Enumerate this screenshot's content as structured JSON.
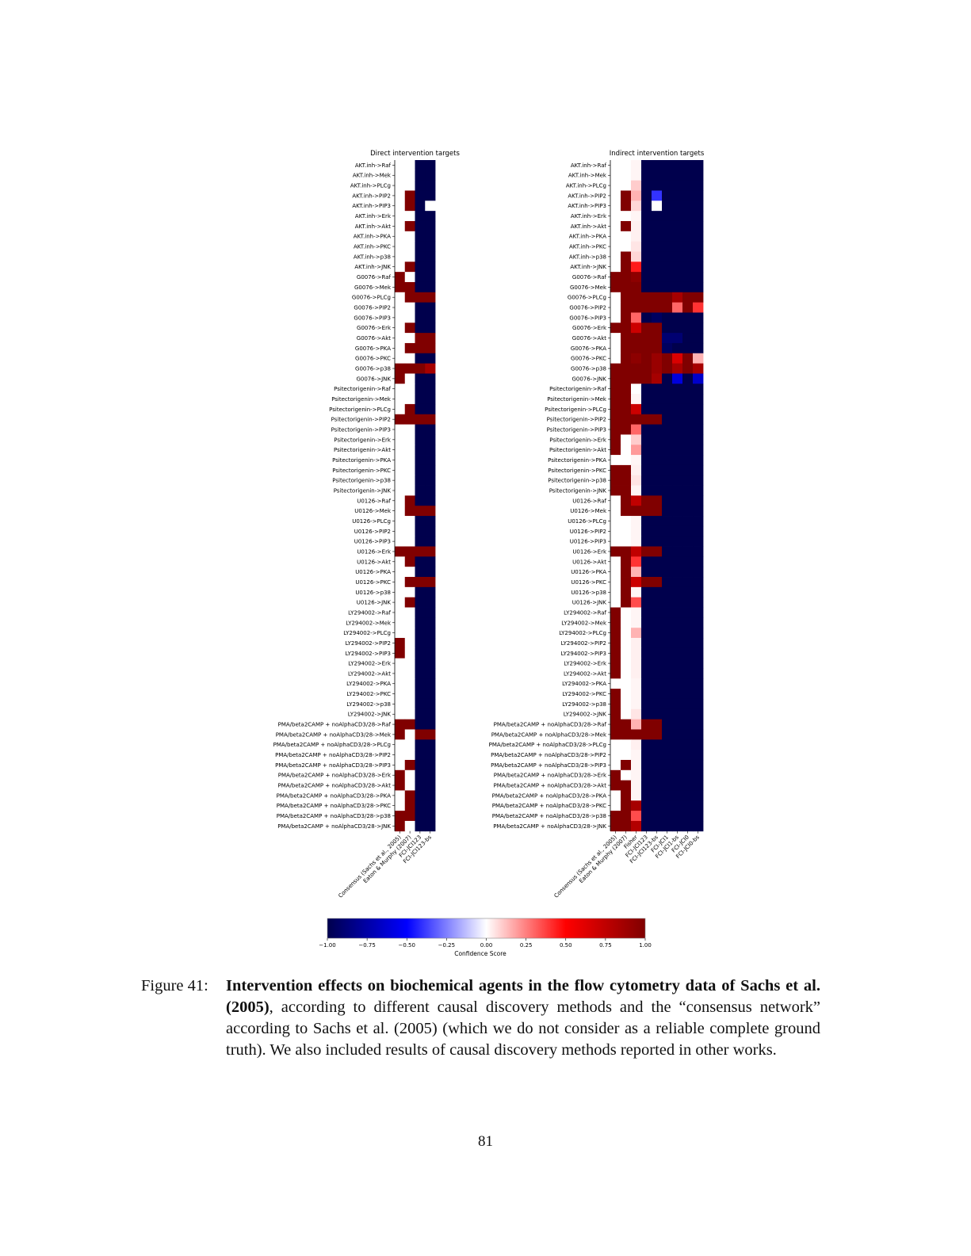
{
  "figure": {
    "colorbar": {
      "label": "Confidence Score",
      "colormap": "seismic",
      "range": [
        -1,
        1
      ],
      "ticks": [
        "−1.00",
        "−0.75",
        "−0.50",
        "−0.25",
        "0.00",
        "0.25",
        "0.50",
        "0.75",
        "1.00"
      ]
    }
  },
  "chart_data": [
    {
      "type": "heatmap",
      "title": "Direct intervention targets",
      "col_labels": [
        "Consensus (Sachs et al., 2005)",
        "Eaton & Murphy (2007)",
        "FCI-JCI123",
        "FCI-JCI123-bs"
      ],
      "row_labels": [
        "AKT.inh->Raf",
        "AKT.inh->Mek",
        "AKT.inh->PLCg",
        "AKT.inh->PIP2",
        "AKT.inh->PIP3",
        "AKT.inh->Erk",
        "AKT.inh->Akt",
        "AKT.inh->PKA",
        "AKT.inh->PKC",
        "AKT.inh->p38",
        "AKT.inh->JNK",
        "G0076->Raf",
        "G0076->Mek",
        "G0076->PLCg",
        "G0076->PIP2",
        "G0076->PIP3",
        "G0076->Erk",
        "G0076->Akt",
        "G0076->PKA",
        "G0076->PKC",
        "G0076->p38",
        "G0076->JNK",
        "Psitectorigenin->Raf",
        "Psitectorigenin->Mek",
        "Psitectorigenin->PLCg",
        "Psitectorigenin->PIP2",
        "Psitectorigenin->PIP3",
        "Psitectorigenin->Erk",
        "Psitectorigenin->Akt",
        "Psitectorigenin->PKA",
        "Psitectorigenin->PKC",
        "Psitectorigenin->p38",
        "Psitectorigenin->JNK",
        "U0126->Raf",
        "U0126->Mek",
        "U0126->PLCg",
        "U0126->PIP2",
        "U0126->PIP3",
        "U0126->Erk",
        "U0126->Akt",
        "U0126->PKA",
        "U0126->PKC",
        "U0126->p38",
        "U0126->JNK",
        "LY294002->Raf",
        "LY294002->Mek",
        "LY294002->PLCg",
        "LY294002->PIP2",
        "LY294002->PIP3",
        "LY294002->Erk",
        "LY294002->Akt",
        "LY294002->PKA",
        "LY294002->PKC",
        "LY294002->p38",
        "LY294002->JNK",
        "PMA/beta2CAMP + noAlphaCD3/28->Raf",
        "PMA/beta2CAMP + noAlphaCD3/28->Mek",
        "PMA/beta2CAMP + noAlphaCD3/28->PLCg",
        "PMA/beta2CAMP + noAlphaCD3/28->PIP2",
        "PMA/beta2CAMP + noAlphaCD3/28->PIP3",
        "PMA/beta2CAMP + noAlphaCD3/28->Erk",
        "PMA/beta2CAMP + noAlphaCD3/28->Akt",
        "PMA/beta2CAMP + noAlphaCD3/28->PKA",
        "PMA/beta2CAMP + noAlphaCD3/28->PKC",
        "PMA/beta2CAMP + noAlphaCD3/28->p38",
        "PMA/beta2CAMP + noAlphaCD3/28->JNK"
      ],
      "values": [
        [
          0,
          0,
          -1,
          -1
        ],
        [
          0,
          0,
          -1,
          -1
        ],
        [
          0,
          0,
          -1,
          -1
        ],
        [
          0,
          1,
          -1,
          -1
        ],
        [
          0,
          1,
          -1,
          0
        ],
        [
          0,
          0,
          -1,
          -1
        ],
        [
          0,
          1,
          -1,
          -1
        ],
        [
          0,
          0,
          -1,
          -1
        ],
        [
          0,
          0,
          -1,
          -1
        ],
        [
          0,
          0,
          -1,
          -1
        ],
        [
          0,
          1,
          -1,
          -1
        ],
        [
          1,
          0,
          -1,
          -1
        ],
        [
          1,
          1,
          -1,
          -1
        ],
        [
          0,
          1,
          1,
          1
        ],
        [
          0,
          0,
          -1,
          -1
        ],
        [
          0,
          0,
          -1,
          -1
        ],
        [
          0,
          1,
          -1,
          -1
        ],
        [
          0,
          0,
          1,
          1
        ],
        [
          0,
          1,
          1,
          1
        ],
        [
          0,
          0,
          -1,
          -1
        ],
        [
          1,
          1,
          1,
          0.85
        ],
        [
          1,
          0,
          -1,
          -1
        ],
        [
          0,
          0,
          -1,
          -1
        ],
        [
          0,
          0,
          -1,
          -1
        ],
        [
          0,
          1,
          -1,
          -1
        ],
        [
          1,
          1,
          1,
          1
        ],
        [
          0,
          0,
          -1,
          -1
        ],
        [
          0,
          0,
          -1,
          -1
        ],
        [
          0,
          0,
          -1,
          -1
        ],
        [
          0,
          0,
          -1,
          -1
        ],
        [
          0,
          0,
          -1,
          -1
        ],
        [
          0,
          0,
          -1,
          -1
        ],
        [
          0,
          0,
          -1,
          -1
        ],
        [
          0,
          1,
          -1,
          -1
        ],
        [
          0,
          1,
          1,
          1
        ],
        [
          0,
          0,
          -1,
          -1
        ],
        [
          0,
          0,
          -1,
          -1
        ],
        [
          0,
          0,
          -1,
          -1
        ],
        [
          1,
          1,
          1,
          1
        ],
        [
          0,
          1,
          -1,
          -1
        ],
        [
          0,
          0,
          -1,
          -1
        ],
        [
          0,
          1,
          1,
          1
        ],
        [
          0,
          0,
          -1,
          -1
        ],
        [
          0,
          1,
          -1,
          -1
        ],
        [
          0,
          0,
          -1,
          -1
        ],
        [
          0,
          0,
          -1,
          -1
        ],
        [
          0,
          0,
          -1,
          -1
        ],
        [
          1,
          0,
          -1,
          -1
        ],
        [
          1,
          0,
          -1,
          -1
        ],
        [
          0,
          0,
          -1,
          -1
        ],
        [
          0,
          0,
          -1,
          -1
        ],
        [
          0,
          0,
          -1,
          -1
        ],
        [
          0,
          0,
          -1,
          -1
        ],
        [
          0,
          0,
          -1,
          -1
        ],
        [
          0,
          0,
          -1,
          -1
        ],
        [
          1,
          1,
          -1,
          -1
        ],
        [
          1,
          0,
          1,
          1
        ],
        [
          0,
          0,
          -1,
          -1
        ],
        [
          0,
          0,
          -1,
          -1
        ],
        [
          0,
          1,
          -1,
          -1
        ],
        [
          1,
          0,
          -1,
          -1
        ],
        [
          1,
          0,
          -1,
          -1
        ],
        [
          0,
          1,
          -1,
          -1
        ],
        [
          0,
          1,
          -1,
          -1
        ],
        [
          1,
          1,
          -1,
          -1
        ],
        [
          1,
          0,
          -1,
          -1
        ]
      ],
      "vmin": -1,
      "vmax": 1
    },
    {
      "type": "heatmap",
      "title": "Indirect intervention targets",
      "col_labels": [
        "Consensus (Sachs et al., 2005)",
        "Eaton & Murphy (2007)",
        "Fisher",
        "FCI-JCI123",
        "FCI-JCI123-bs",
        "FCI-JCI1",
        "FCI-JCI1-bs",
        "FCI-JCI0",
        "FCI-JCI0-bs"
      ],
      "row_labels": [
        "AKT.inh->Raf",
        "AKT.inh->Mek",
        "AKT.inh->PLCg",
        "AKT.inh->PIP2",
        "AKT.inh->PIP3",
        "AKT.inh->Erk",
        "AKT.inh->Akt",
        "AKT.inh->PKA",
        "AKT.inh->PKC",
        "AKT.inh->p38",
        "AKT.inh->JNK",
        "G0076->Raf",
        "G0076->Mek",
        "G0076->PLCg",
        "G0076->PIP2",
        "G0076->PIP3",
        "G0076->Erk",
        "G0076->Akt",
        "G0076->PKA",
        "G0076->PKC",
        "G0076->p38",
        "G0076->JNK",
        "Psitectorigenin->Raf",
        "Psitectorigenin->Mek",
        "Psitectorigenin->PLCg",
        "Psitectorigenin->PIP2",
        "Psitectorigenin->PIP3",
        "Psitectorigenin->Erk",
        "Psitectorigenin->Akt",
        "Psitectorigenin->PKA",
        "Psitectorigenin->PKC",
        "Psitectorigenin->p38",
        "Psitectorigenin->JNK",
        "U0126->Raf",
        "U0126->Mek",
        "U0126->PLCg",
        "U0126->PIP2",
        "U0126->PIP3",
        "U0126->Erk",
        "U0126->Akt",
        "U0126->PKA",
        "U0126->PKC",
        "U0126->p38",
        "U0126->JNK",
        "LY294002->Raf",
        "LY294002->Mek",
        "LY294002->PLCg",
        "LY294002->PIP2",
        "LY294002->PIP3",
        "LY294002->Erk",
        "LY294002->Akt",
        "LY294002->PKA",
        "LY294002->PKC",
        "LY294002->p38",
        "LY294002->JNK",
        "PMA/beta2CAMP + noAlphaCD3/28->Raf",
        "PMA/beta2CAMP + noAlphaCD3/28->Mek",
        "PMA/beta2CAMP + noAlphaCD3/28->PLCg",
        "PMA/beta2CAMP + noAlphaCD3/28->PIP2",
        "PMA/beta2CAMP + noAlphaCD3/28->PIP3",
        "PMA/beta2CAMP + noAlphaCD3/28->Erk",
        "PMA/beta2CAMP + noAlphaCD3/28->Akt",
        "PMA/beta2CAMP + noAlphaCD3/28->PKA",
        "PMA/beta2CAMP + noAlphaCD3/28->PKC",
        "PMA/beta2CAMP + noAlphaCD3/28->p38",
        "PMA/beta2CAMP + noAlphaCD3/28->JNK"
      ],
      "values": [
        [
          0,
          0,
          0.02,
          -1,
          -1,
          -1,
          -1,
          -1,
          -1
        ],
        [
          0,
          0,
          0.02,
          -1,
          -1,
          -1,
          -1,
          -1,
          -1
        ],
        [
          0,
          0,
          0.1,
          -1,
          -1,
          -1,
          -1,
          -1,
          -1
        ],
        [
          0,
          1,
          0.15,
          -1,
          -0.4,
          -1,
          -1,
          -1,
          -1
        ],
        [
          0,
          1,
          0.08,
          -1,
          0,
          -1,
          -1,
          -1,
          -1
        ],
        [
          0,
          0,
          0.02,
          -1,
          -1,
          -1,
          -1,
          -1,
          -1
        ],
        [
          0,
          1,
          0.03,
          -1,
          -1,
          -1,
          -1,
          -1,
          -1
        ],
        [
          0,
          0,
          0.03,
          -1,
          -1,
          -1,
          -1,
          -1,
          -1
        ],
        [
          0,
          0,
          0.05,
          -1,
          -1,
          -1,
          -1,
          -1,
          -1
        ],
        [
          0,
          1,
          0.08,
          -1,
          -1,
          -1,
          -1,
          -1,
          -1
        ],
        [
          0,
          1,
          0.45,
          -1,
          -1,
          -1,
          -1,
          -1,
          -1
        ],
        [
          1,
          1,
          0.95,
          -1,
          -1,
          -1,
          -1,
          -1,
          -1
        ],
        [
          1,
          1,
          1,
          -1,
          -1,
          -1,
          -1,
          -1,
          -1
        ],
        [
          0,
          1,
          1,
          1,
          1,
          1,
          0.85,
          1,
          1
        ],
        [
          0,
          1,
          1,
          1,
          1,
          1,
          0.3,
          1,
          0.4
        ],
        [
          0,
          1,
          0.3,
          -1,
          -0.95,
          -1,
          -1,
          -1,
          -1
        ],
        [
          1,
          1,
          0.7,
          1,
          1,
          -1,
          -1,
          -1,
          -1
        ],
        [
          0,
          1,
          1,
          1,
          1,
          -0.9,
          -0.9,
          -1,
          -1
        ],
        [
          0,
          1,
          1,
          1,
          1,
          -0.95,
          -1,
          -1,
          -1
        ],
        [
          0,
          1,
          0.95,
          1,
          0.9,
          1,
          0.65,
          1,
          0.15
        ],
        [
          1,
          1,
          1,
          1,
          0.9,
          1,
          0.85,
          1,
          0.85
        ],
        [
          1,
          1,
          1,
          1,
          0.85,
          -1,
          -0.6,
          -1,
          -0.65
        ],
        [
          1,
          1,
          0,
          -1,
          -1,
          -1,
          -1,
          -1,
          -1
        ],
        [
          1,
          1,
          0.02,
          -1,
          -1,
          -1,
          -1,
          -1,
          -1
        ],
        [
          1,
          1,
          0.7,
          -1,
          -1,
          -1,
          -1,
          -1,
          -1
        ],
        [
          1,
          1,
          1,
          1,
          1,
          -1,
          -1,
          -1,
          -1
        ],
        [
          1,
          1,
          0.3,
          -1,
          -1,
          -1,
          -1,
          -1,
          -1
        ],
        [
          1,
          0,
          0.1,
          -1,
          -1,
          -1,
          -1,
          -1,
          -1
        ],
        [
          1,
          0,
          0.2,
          -1,
          -1,
          -1,
          -1,
          -1,
          -1
        ],
        [
          0,
          0,
          0.02,
          -1,
          -1,
          -1,
          -1,
          -1,
          -1
        ],
        [
          1,
          1,
          0.03,
          -1,
          -1,
          -1,
          -1,
          -1,
          -1
        ],
        [
          1,
          1,
          0.05,
          -1,
          -1,
          -1,
          -1,
          -1,
          -1
        ],
        [
          1,
          1,
          0.02,
          -1,
          -1,
          -1,
          -1,
          -1,
          -1
        ],
        [
          0,
          1,
          0.75,
          1,
          1,
          -1,
          -1,
          -1,
          -1
        ],
        [
          0,
          1,
          1,
          1,
          1,
          -1,
          -1,
          -1,
          -1
        ],
        [
          0,
          0,
          0.02,
          -1,
          -1,
          -1,
          -1,
          -1,
          -1
        ],
        [
          0,
          0,
          0.02,
          -1,
          -1,
          -1,
          -1,
          -1,
          -1
        ],
        [
          0,
          0,
          0.02,
          -1,
          -1,
          -1,
          -1,
          -1,
          -1
        ],
        [
          1,
          1,
          0.75,
          1,
          1,
          -1,
          -1,
          -1,
          -1
        ],
        [
          0,
          1,
          0.4,
          -1,
          -1,
          -1,
          -1,
          -1,
          -1
        ],
        [
          0,
          1,
          0.15,
          -1,
          -1,
          -1,
          -1,
          -1,
          -1
        ],
        [
          0,
          1,
          0.7,
          1,
          1,
          -1,
          -1,
          -1,
          -1
        ],
        [
          0,
          1,
          0.02,
          -1,
          -1,
          -1,
          -1,
          -1,
          -1
        ],
        [
          0,
          1,
          0.35,
          -1,
          -1,
          -1,
          -1,
          -1,
          -1
        ],
        [
          1,
          0,
          0.02,
          -1,
          -1,
          -1,
          -1,
          -1,
          -1
        ],
        [
          1,
          0,
          0.02,
          -1,
          -1,
          -1,
          -1,
          -1,
          -1
        ],
        [
          1,
          0,
          0.15,
          -1,
          -1,
          -1,
          -1,
          -1,
          -1
        ],
        [
          1,
          0,
          0.03,
          -1,
          -1,
          -1,
          -1,
          -1,
          -1
        ],
        [
          1,
          0,
          0.03,
          -1,
          -1,
          -1,
          -1,
          -1,
          -1
        ],
        [
          1,
          0,
          0.03,
          -1,
          -1,
          -1,
          -1,
          -1,
          -1
        ],
        [
          1,
          0,
          0.03,
          -1,
          -1,
          -1,
          -1,
          -1,
          -1
        ],
        [
          0,
          0,
          0.02,
          -1,
          -1,
          -1,
          -1,
          -1,
          -1
        ],
        [
          1,
          0,
          0.02,
          -1,
          -1,
          -1,
          -1,
          -1,
          -1
        ],
        [
          1,
          0,
          0.02,
          -1,
          -1,
          -1,
          -1,
          -1,
          -1
        ],
        [
          1,
          0,
          0.05,
          -1,
          -1,
          -1,
          -1,
          -1,
          -1
        ],
        [
          1,
          1,
          0.15,
          1,
          1,
          -1,
          -1,
          -1,
          -1
        ],
        [
          1,
          1,
          1,
          1,
          1,
          -1,
          -1,
          -1,
          -1
        ],
        [
          0,
          0,
          0.03,
          -1,
          -1,
          -1,
          -1,
          -1,
          -1
        ],
        [
          0,
          0,
          0.02,
          -1,
          -1,
          -1,
          -1,
          -1,
          -1
        ],
        [
          0,
          1,
          0.02,
          -1,
          -1,
          -1,
          -1,
          -1,
          -1
        ],
        [
          1,
          0,
          0.02,
          -1,
          -1,
          -1,
          -1,
          -1,
          -1
        ],
        [
          1,
          1,
          0.02,
          -1,
          -1,
          -1,
          -1,
          -1,
          -1
        ],
        [
          0,
          1,
          0.02,
          -1,
          -1,
          -1,
          -1,
          -1,
          -1
        ],
        [
          0,
          1,
          0.85,
          -1,
          -1,
          -1,
          -1,
          -1,
          -1
        ],
        [
          1,
          1,
          0.35,
          -1,
          -1,
          -1,
          -1,
          -1,
          -1
        ],
        [
          1,
          1,
          0.8,
          -1,
          -1,
          -1,
          -1,
          -1,
          -1
        ]
      ],
      "vmin": -1,
      "vmax": 1
    }
  ],
  "caption": {
    "label": "Figure 41:",
    "bold": "Intervention effects on biochemical agents in the flow cytometry data of Sachs et al. (2005)",
    "text": ", according to different causal discovery methods and the “consensus network” according to Sachs et al. (2005) (which we do not consider as a reliable complete ground truth). We also included results of causal discovery methods reported in other works."
  },
  "page_number": "81"
}
